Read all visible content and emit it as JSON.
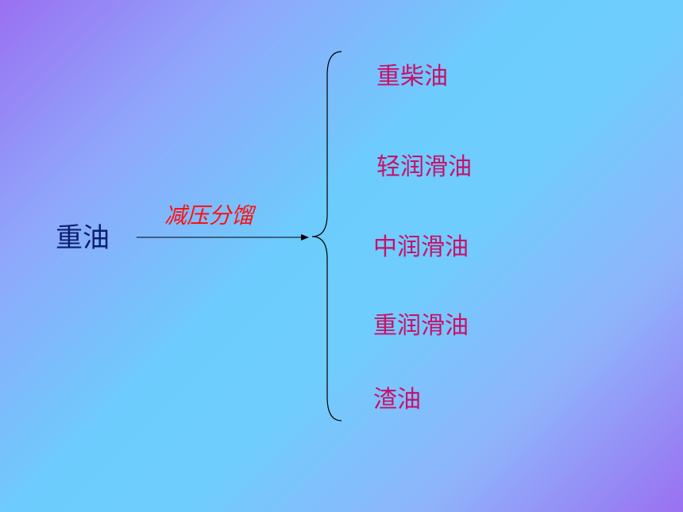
{
  "source": "重油",
  "process": "减压分馏",
  "products": [
    "重柴油",
    "轻润滑油",
    "中润滑油",
    "重润滑油",
    "渣油"
  ],
  "colors": {
    "source": "#0b1f6e",
    "process": "#ff1010",
    "products": "#c8116a"
  }
}
